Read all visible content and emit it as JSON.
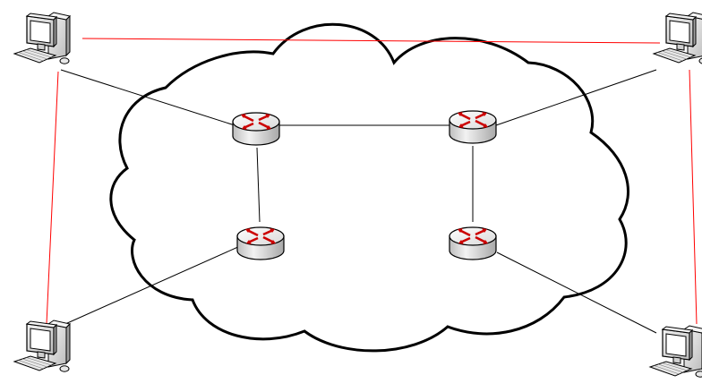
{
  "diagram": {
    "type": "network-topology",
    "cloud": {
      "fill": "#ffffff",
      "stroke": "#000000"
    },
    "colors": {
      "router_arrow": "#cc0000",
      "router_body_light": "#f2f2f2",
      "router_body_dark": "#bdbdbd",
      "internal_link": "#000000",
      "direct_link": "#ff0000",
      "computer_body": "#e6e6e6",
      "computer_screen": "#ffffff"
    },
    "routers": [
      {
        "id": "router-top-left",
        "icon": "router-icon"
      },
      {
        "id": "router-top-right",
        "icon": "router-icon"
      },
      {
        "id": "router-bottom-left",
        "icon": "router-icon"
      },
      {
        "id": "router-bottom-right",
        "icon": "router-icon"
      }
    ],
    "computers": [
      {
        "id": "computer-top-left",
        "icon": "desktop-computer-icon"
      },
      {
        "id": "computer-top-right",
        "icon": "desktop-computer-icon"
      },
      {
        "id": "computer-bottom-left",
        "icon": "desktop-computer-icon"
      },
      {
        "id": "computer-bottom-right",
        "icon": "desktop-computer-icon"
      }
    ],
    "connections": [
      {
        "from": "router-top-left",
        "to": "router-top-right",
        "kind": "internal"
      },
      {
        "from": "router-top-left",
        "to": "router-bottom-left",
        "kind": "internal"
      },
      {
        "from": "router-top-right",
        "to": "router-bottom-right",
        "kind": "internal"
      },
      {
        "from": "computer-top-left",
        "to": "router-top-left",
        "kind": "access"
      },
      {
        "from": "computer-top-right",
        "to": "router-top-right",
        "kind": "access"
      },
      {
        "from": "computer-bottom-left",
        "to": "router-bottom-left",
        "kind": "access"
      },
      {
        "from": "computer-bottom-right",
        "to": "router-bottom-right",
        "kind": "access"
      },
      {
        "from": "computer-top-left",
        "to": "computer-top-right",
        "kind": "direct"
      },
      {
        "from": "computer-top-left",
        "to": "computer-bottom-left",
        "kind": "direct"
      },
      {
        "from": "computer-top-right",
        "to": "computer-bottom-right",
        "kind": "direct"
      }
    ]
  }
}
